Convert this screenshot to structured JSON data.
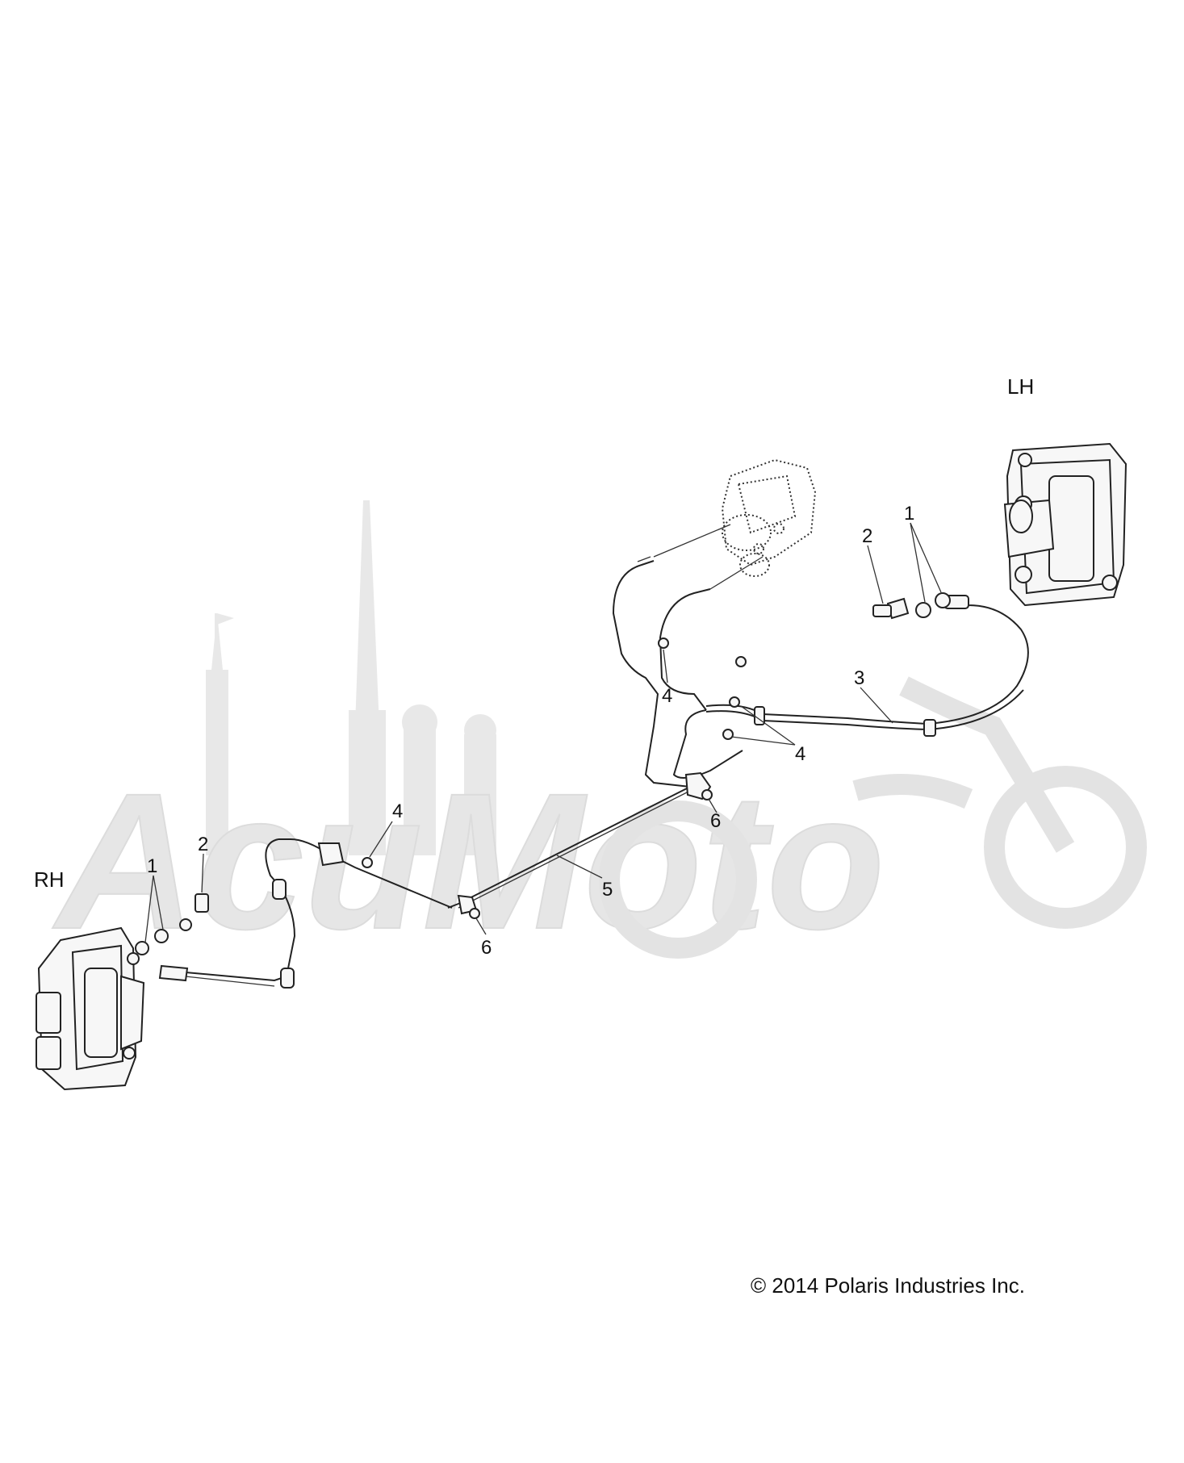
{
  "labels": {
    "lh": "LH",
    "rh": "RH"
  },
  "callouts": {
    "lh_washers": "1",
    "lh_bolt": "2",
    "lh_hose": "3",
    "lh_fastener_single": "4",
    "lh_fastener_pair": "4",
    "lh_clip": "6",
    "main_line": "5",
    "rh_clip": "6",
    "rh_fastener": "4",
    "rh_bolt": "2",
    "rh_washers": "1"
  },
  "copyright": "© 2014 Polaris Industries Inc.",
  "watermark": {
    "text": "AсиMoto",
    "color": "#e6e6e6"
  },
  "colors": {
    "ink": "#222222",
    "watermark": "#e6e6e6"
  }
}
